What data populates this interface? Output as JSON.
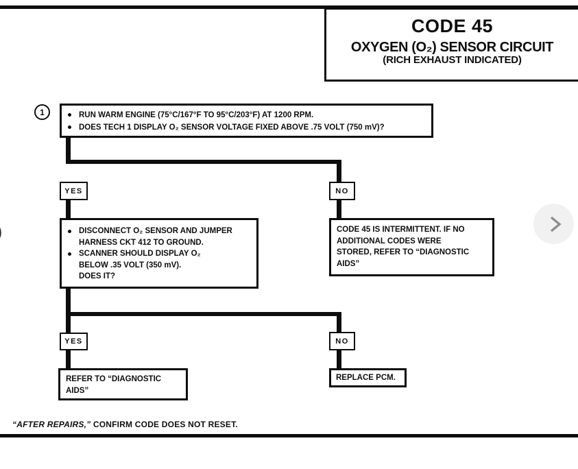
{
  "header": {
    "code_title": "CODE 45",
    "subtitle": "OXYGEN (O₂) SENSOR CIRCUIT",
    "subtitle2": "(RICH EXHAUST INDICATED)"
  },
  "flow": {
    "step1": {
      "number": "1",
      "bullets": [
        "RUN WARM ENGINE (75°C/167°F TO 95°C/203°F) AT 1200 RPM.",
        "DOES TECH 1 DISPLAY O₂ SENSOR  VOLTAGE  FIXED ABOVE .75 VOLT (750 mV)?"
      ]
    },
    "yes1": "YES",
    "no1": "NO",
    "box_yes1": {
      "bullet1_lines": [
        "DISCONNECT O₂ SENSOR AND JUMPER",
        "HARNESS CKT 412 TO GROUND."
      ],
      "bullet2_lines": [
        "SCANNER SHOULD DISPLAY O₂",
        "BELOW .35 VOLT (350 mV).",
        "DOES IT?"
      ]
    },
    "box_no1": {
      "lines": [
        "CODE 45 IS INTERMITTENT.  IF NO",
        "ADDITIONAL CODES WERE",
        "STORED, REFER TO “DIAGNOSTIC",
        "AIDS”"
      ]
    },
    "yes2": "YES",
    "no2": "NO",
    "box_yes2": {
      "lines": [
        "REFER TO “DIAGNOSTIC",
        "AIDS”"
      ]
    },
    "box_no2": {
      "label": "REPLACE PCM."
    }
  },
  "footer": {
    "italic": "“AFTER REPAIRS,”",
    "text": " CONFIRM CODE DOES NOT RESET."
  },
  "nav": {
    "chevron_color": "#8d8d8d"
  },
  "margin_artifact": ")"
}
